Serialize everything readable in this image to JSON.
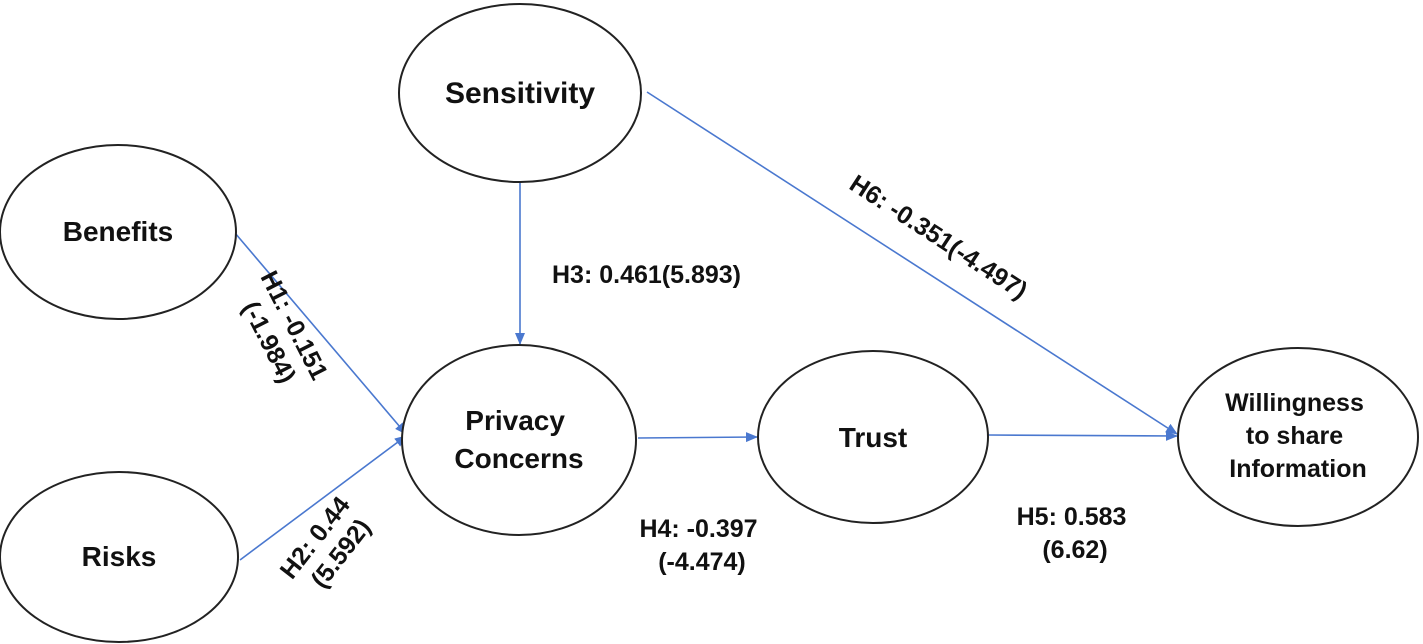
{
  "diagram": {
    "edge_color": "#4a78cf",
    "nodes": [
      {
        "id": "sensitivity",
        "lines": [
          "Sensitivity"
        ]
      },
      {
        "id": "benefits",
        "lines": [
          "Benefits"
        ]
      },
      {
        "id": "risks",
        "lines": [
          "Risks"
        ]
      },
      {
        "id": "privacy",
        "lines": [
          "Privacy",
          "Concerns"
        ]
      },
      {
        "id": "trust",
        "lines": [
          "Trust"
        ]
      },
      {
        "id": "willingness",
        "lines": [
          "Willingness",
          "to share",
          "Information"
        ]
      }
    ],
    "edges": [
      {
        "id": "h1",
        "from": "benefits",
        "to": "privacy",
        "label_lines": [
          "H1: -0.151",
          "(-1.984)"
        ]
      },
      {
        "id": "h2",
        "from": "risks",
        "to": "privacy",
        "label_lines": [
          "H2: 0.44",
          "(5.592)"
        ]
      },
      {
        "id": "h3",
        "from": "sensitivity",
        "to": "privacy",
        "label_lines": [
          "H3: 0.461(5.893)"
        ]
      },
      {
        "id": "h4",
        "from": "privacy",
        "to": "trust",
        "label_lines": [
          "H4: -0.397",
          "(-4.474)"
        ]
      },
      {
        "id": "h5",
        "from": "trust",
        "to": "willingness",
        "label_lines": [
          "H5: 0.583",
          "(6.62)"
        ]
      },
      {
        "id": "h6",
        "from": "sensitivity",
        "to": "willingness",
        "label_lines": [
          "H6: -0.351(-4.497)"
        ]
      }
    ]
  }
}
